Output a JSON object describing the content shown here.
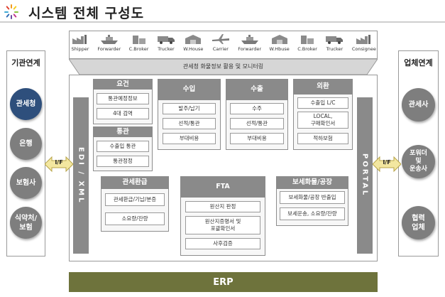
{
  "header": {
    "title": "시스템 전체 구성도"
  },
  "left_panel": {
    "title": "기관연계",
    "items": [
      {
        "label": "관세청"
      },
      {
        "label": "은행"
      },
      {
        "label": "보험사"
      },
      {
        "label": "식약처/\n보험"
      }
    ]
  },
  "right_panel": {
    "title": "업체연계",
    "items": [
      {
        "label": "관세사"
      },
      {
        "label": "포워더\n및\n운송사"
      },
      {
        "label": "협력\n업체"
      }
    ]
  },
  "participants": [
    "Shipper",
    "Forwarder",
    "C.Broker",
    "Trucker",
    "W.House",
    "Carrier",
    "Forwarder",
    "W.Hbuse",
    "C.Broker",
    "Trucker",
    "Consignee"
  ],
  "strip_caption": "관세청 화물정보 활용 및 모니터링",
  "interfaces": {
    "left": "I/F",
    "right": "I/F"
  },
  "side_bars": {
    "left": "EDI / XML",
    "right": "PORTAL"
  },
  "modules": {
    "yogeon": {
      "title": "요건",
      "items": [
        "통관예정정보",
        "4대 검역"
      ]
    },
    "tonggwan": {
      "title": "통관",
      "items": [
        "수출입 통관",
        "통관정정"
      ]
    },
    "suip": {
      "title": "수입",
      "items": [
        "발주/납기",
        "선적/통관",
        "부대비용"
      ]
    },
    "suchul": {
      "title": "수출",
      "items": [
        "수주",
        "선적/통관",
        "부대비용"
      ]
    },
    "oehwan": {
      "title": "외환",
      "items": [
        "수출입 L/C",
        "LOCAL,\n구매확인서",
        "적하보험"
      ]
    },
    "refund": {
      "title": "관세환급",
      "items": [
        "관세환급/기납/분증",
        "소요량/잔량"
      ]
    },
    "fta": {
      "title": "FTA",
      "items": [
        "원산지 판정",
        "원산지증명서 및\n포괄확인서",
        "사후검증"
      ]
    },
    "bonded": {
      "title": "보세화물/공장",
      "items": [
        "보세화물/공장 반출입",
        "보세운송, 소요량/잔량"
      ]
    }
  },
  "footer": {
    "erp": "ERP"
  }
}
